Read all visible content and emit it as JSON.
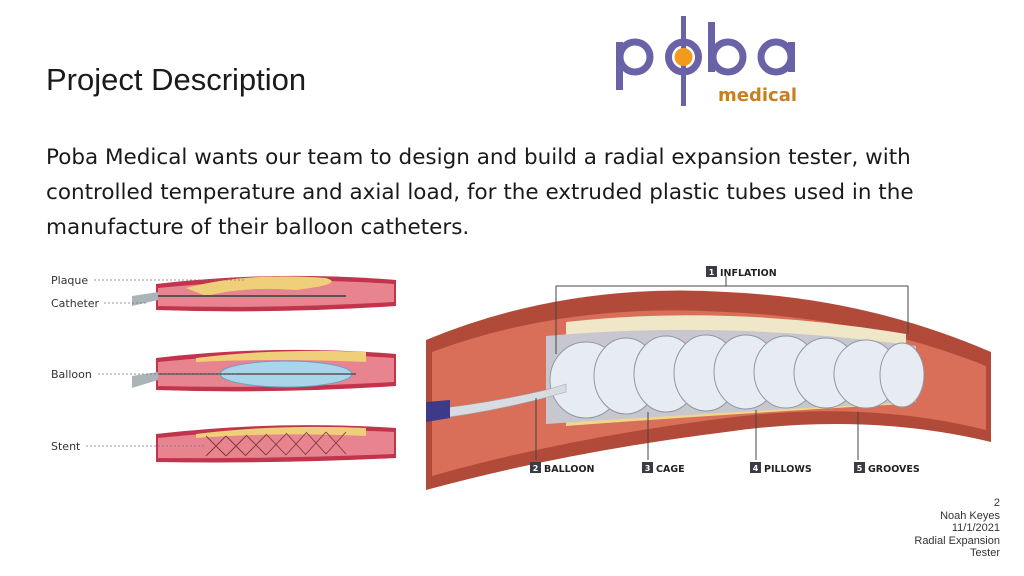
{
  "slide": {
    "title": "Project Description",
    "body": "Poba Medical wants our team to design and build a radial expansion tester, with controlled temperature and axial load, for the extruded plastic tubes used in the manufacture of their balloon catheters."
  },
  "logo": {
    "word": "poba",
    "sub": "medical",
    "colors": {
      "purple": "#6a62a6",
      "orange": "#f39a1e",
      "sub": "#c87f22"
    }
  },
  "left_figure": {
    "labels": {
      "plaque": "Plaque",
      "catheter": "Catheter",
      "balloon": "Balloon",
      "stent": "Stent"
    }
  },
  "right_figure": {
    "labels": {
      "inflation": {
        "num": "1",
        "text": "INFLATION"
      },
      "balloon": {
        "num": "2",
        "text": "BALLOON"
      },
      "cage": {
        "num": "3",
        "text": "CAGE"
      },
      "pillows": {
        "num": "4",
        "text": "PILLOWS"
      },
      "grooves": {
        "num": "5",
        "text": "GROOVES"
      }
    }
  },
  "footer": {
    "page": "2",
    "author": "Noah Keyes",
    "date": "11/1/2021",
    "project_line1": "Radial Expansion",
    "project_line2": "Tester"
  }
}
